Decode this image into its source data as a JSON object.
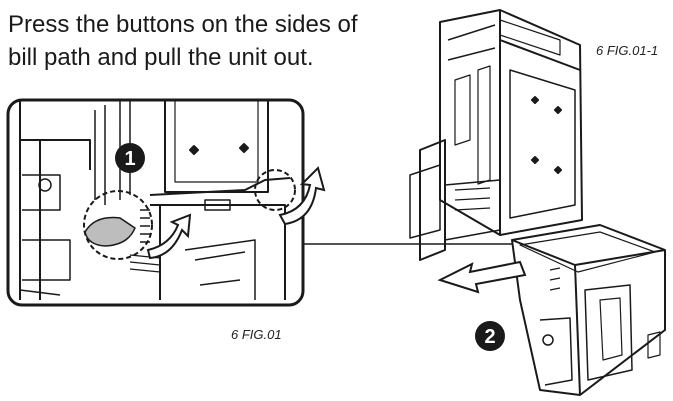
{
  "instruction": {
    "line1": "Press the buttons on the sides of",
    "line2": "bill path and pull the unit out."
  },
  "figures": {
    "detail_label": "6 FIG.01",
    "overview_label": "6 FIG.01-1"
  },
  "steps": [
    {
      "number": "1"
    },
    {
      "number": "2"
    }
  ],
  "colors": {
    "ink": "#1a1a1a",
    "step_badge": "#1a1a1a",
    "arrow_fill": "#ffffff",
    "hand_shade": "#bdbdbd"
  }
}
